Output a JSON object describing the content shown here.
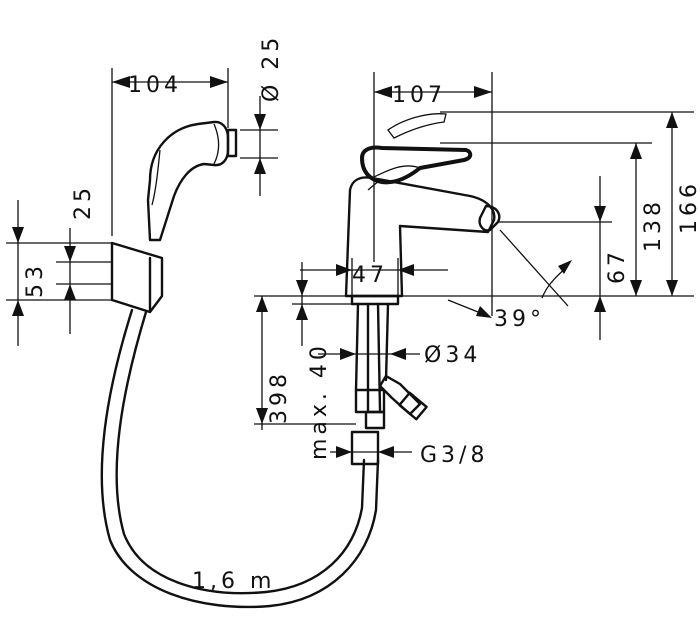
{
  "dimensions": {
    "hand_shower_length": "104",
    "hose_connector_diameter": "Ø 25",
    "holder_height": "53",
    "holder_width": "25",
    "spout_reach": "107",
    "lever_height": "138",
    "overall_height": "166",
    "spout_height": "67",
    "body_diameter": "47",
    "spout_angle": "39°",
    "shank_length": "398",
    "shank_max": "max. 40",
    "hole_diameter": "Ø34",
    "connection_thread": "G3/8",
    "hose_length": "1,6 m"
  }
}
